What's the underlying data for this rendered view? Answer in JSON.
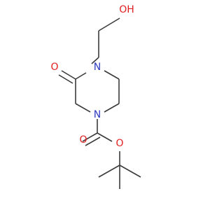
{
  "molecule": {
    "atoms": [
      {
        "id": "oh_o",
        "label": "OH",
        "color": "#e21f1f"
      },
      {
        "id": "n4",
        "label": "N",
        "color": "#2f3bbf"
      },
      {
        "id": "carbonyl_o",
        "label": "O",
        "color": "#e21f1f"
      },
      {
        "id": "n1",
        "label": "N",
        "color": "#2f3bbf"
      },
      {
        "id": "ester_o_double",
        "label": "O",
        "color": "#e21f1f"
      },
      {
        "id": "ester_o_single",
        "label": "O",
        "color": "#e21f1f"
      }
    ]
  }
}
